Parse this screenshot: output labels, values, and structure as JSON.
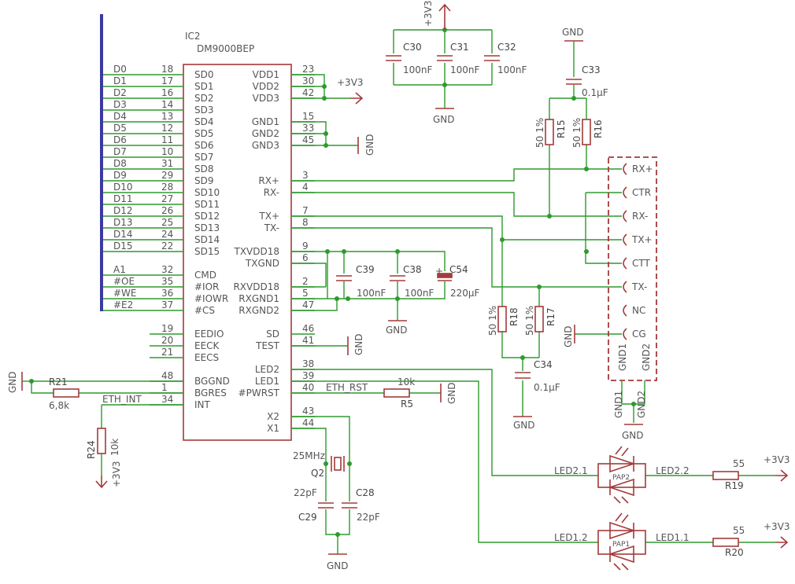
{
  "ic2": {
    "ref": "IC2",
    "value": "DM9000BEP",
    "left_pins": [
      {
        "num": "18",
        "name": "SD0",
        "net": "D0"
      },
      {
        "num": "17",
        "name": "SD1",
        "net": "D1"
      },
      {
        "num": "16",
        "name": "SD2",
        "net": "D2"
      },
      {
        "num": "14",
        "name": "SD3",
        "net": "D3"
      },
      {
        "num": "13",
        "name": "SD4",
        "net": "D4"
      },
      {
        "num": "12",
        "name": "SD5",
        "net": "D5"
      },
      {
        "num": "11",
        "name": "SD6",
        "net": "D6"
      },
      {
        "num": "10",
        "name": "SD7",
        "net": "D7"
      },
      {
        "num": "31",
        "name": "SD8",
        "net": "D8"
      },
      {
        "num": "29",
        "name": "SD9",
        "net": "D9"
      },
      {
        "num": "28",
        "name": "SD10",
        "net": "D10"
      },
      {
        "num": "27",
        "name": "SD11",
        "net": "D11"
      },
      {
        "num": "26",
        "name": "SD12",
        "net": "D12"
      },
      {
        "num": "25",
        "name": "SD13",
        "net": "D13"
      },
      {
        "num": "24",
        "name": "SD14",
        "net": "D14"
      },
      {
        "num": "22",
        "name": "SD15",
        "net": "D15"
      },
      {
        "num": "32",
        "name": "CMD",
        "net": "A1"
      },
      {
        "num": "35",
        "name": "#IOR",
        "net": "#OE"
      },
      {
        "num": "36",
        "name": "#IOWR",
        "net": "#WE"
      },
      {
        "num": "37",
        "name": "#CS",
        "net": "#E2"
      },
      {
        "num": "19",
        "name": "EEDIO",
        "net": ""
      },
      {
        "num": "20",
        "name": "EECK",
        "net": ""
      },
      {
        "num": "21",
        "name": "EECS",
        "net": ""
      },
      {
        "num": "48",
        "name": "BGGND",
        "net": ""
      },
      {
        "num": "1",
        "name": "BGRES",
        "net": ""
      },
      {
        "num": "34",
        "name": "INT",
        "net": "ETH_INT"
      }
    ],
    "right_pins": [
      {
        "num": "23",
        "name": "VDD1"
      },
      {
        "num": "30",
        "name": "VDD2"
      },
      {
        "num": "42",
        "name": "VDD3"
      },
      {
        "num": "15",
        "name": "GND1"
      },
      {
        "num": "33",
        "name": "GND2"
      },
      {
        "num": "45",
        "name": "GND3"
      },
      {
        "num": "3",
        "name": "RX+"
      },
      {
        "num": "4",
        "name": "RX-"
      },
      {
        "num": "7",
        "name": "TX+"
      },
      {
        "num": "8",
        "name": "TX-"
      },
      {
        "num": "9",
        "name": "TXVDD18"
      },
      {
        "num": "6",
        "name": "TXGND"
      },
      {
        "num": "2",
        "name": "RXVDD18"
      },
      {
        "num": "5",
        "name": "RXGND1"
      },
      {
        "num": "47",
        "name": "RXGND2"
      },
      {
        "num": "46",
        "name": "SD"
      },
      {
        "num": "41",
        "name": "TEST"
      },
      {
        "num": "38",
        "name": "LED2"
      },
      {
        "num": "39",
        "name": "LED1"
      },
      {
        "num": "40",
        "name": "#PWRST"
      },
      {
        "num": "43",
        "name": "X2"
      },
      {
        "num": "44",
        "name": "X1"
      }
    ]
  },
  "supply": {
    "v33": "+3V3",
    "gnd": "GND"
  },
  "nets": {
    "eth_rst": "ETH_RST",
    "eth_int": "ETH_INT"
  },
  "decoupling": [
    {
      "ref": "C30",
      "value": "100nF"
    },
    {
      "ref": "C31",
      "value": "100nF"
    },
    {
      "ref": "C32",
      "value": "100nF"
    }
  ],
  "c33": {
    "ref": "C33",
    "value": "0.1µF"
  },
  "c34": {
    "ref": "C34",
    "value": "0.1µF"
  },
  "c38": {
    "ref": "C38",
    "value": "100nF"
  },
  "c39": {
    "ref": "C39",
    "value": "100nF"
  },
  "c54": {
    "ref": "C54",
    "value": "220µF",
    "polarity": "+"
  },
  "r15": {
    "ref": "R15",
    "value": "50 1%"
  },
  "r16": {
    "ref": "R16",
    "value": "50 1%"
  },
  "r17": {
    "ref": "R17",
    "value": "50 1%"
  },
  "r18": {
    "ref": "R18",
    "value": "50 1%"
  },
  "r21": {
    "ref": "R21",
    "value": "6,8k"
  },
  "r24": {
    "ref": "R24",
    "value": "10k"
  },
  "r5": {
    "ref": "R5",
    "value": "10k"
  },
  "r19": {
    "ref": "R19",
    "value": "55"
  },
  "r20": {
    "ref": "R20",
    "value": "55"
  },
  "q2": {
    "ref": "Q2",
    "value": "25MHz"
  },
  "c28": {
    "ref": "C28",
    "value": "22pF"
  },
  "c29": {
    "ref": "C29",
    "value": "22pF"
  },
  "connector": {
    "pins": [
      "RX+",
      "CTR",
      "RX-",
      "TX+",
      "CTT",
      "TX-",
      "NC",
      "CG"
    ],
    "gnd_pins": [
      "GND1",
      "GND2"
    ]
  },
  "led2": {
    "ref": "LED2",
    "a": "LED2.1",
    "b": "LED2.2",
    "body": "PAP2"
  },
  "led1": {
    "ref": "LED1",
    "a": "LED1.2",
    "b": "LED1.1",
    "body": "PAP1"
  }
}
